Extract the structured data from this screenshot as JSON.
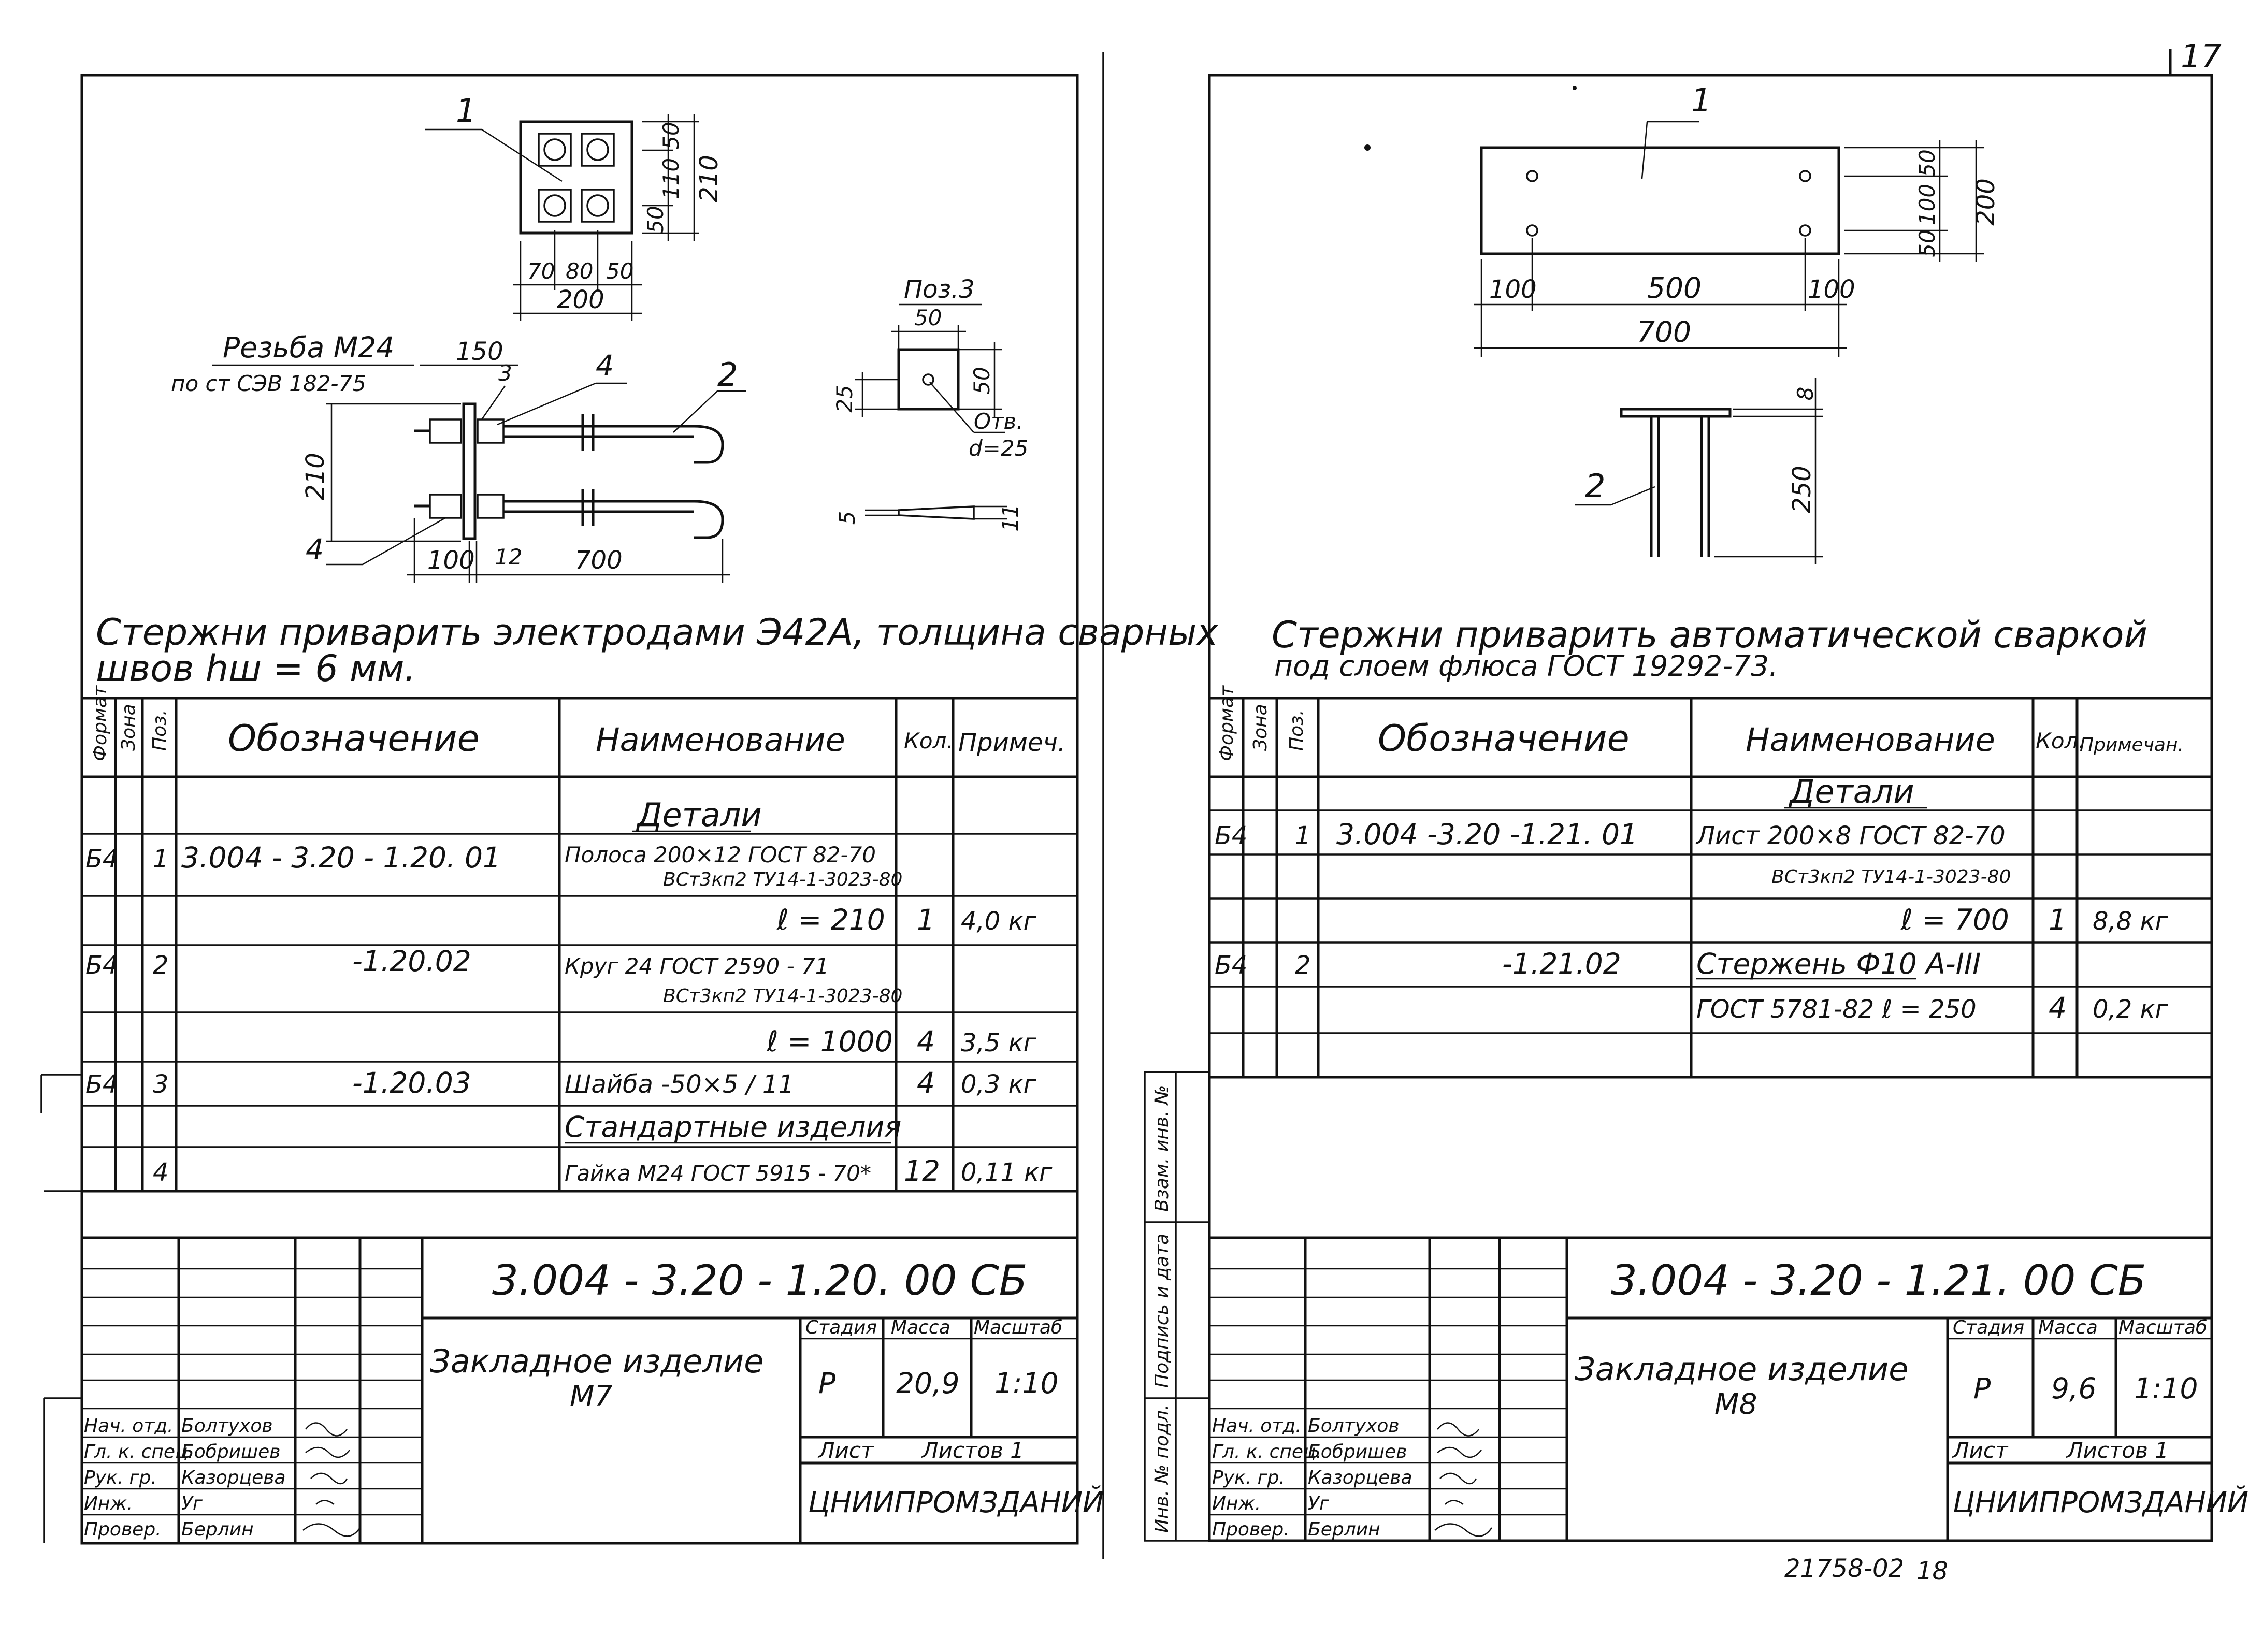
{
  "left": {
    "note_line1": "Стержни приварить электродами Э42А, толщина сварных",
    "note_line2": "швов hш = 6 мм.",
    "thread_line1": "Резьба М24",
    "thread_line2": "по ст СЭВ 182-75",
    "dims": {
      "w70": "70",
      "w80": "80",
      "w50": "50",
      "w200": "200",
      "h50": "50",
      "h110": "110",
      "h50b": "50",
      "h210": "210",
      "s150": "150",
      "s210": "210",
      "s100": "100",
      "s12": "12",
      "s700": "700",
      "p50": "50",
      "p25": "25",
      "p50v": "50",
      "p5": "5",
      "p11": "11"
    },
    "poz3": "Поз.3",
    "hole1": "Отв.",
    "hole2": "d=25",
    "callouts": [
      "1",
      "2",
      "3",
      "4",
      "4"
    ],
    "head": {
      "format": "Формат",
      "zone": "Зона",
      "pos": "Поз.",
      "designation": "Обозначение",
      "name": "Наименование",
      "qty": "Кол.",
      "note": "Примеч."
    },
    "rows": [
      {
        "fmt": "",
        "pos": "",
        "des": "",
        "name": "Детали",
        "qty": "",
        "note": ""
      },
      {
        "fmt": "Б4",
        "pos": "1",
        "des": "3.004 - 3.20 - 1.20. 01",
        "name": "Полоса 200×12 ГОСТ 82-70",
        "qty": "",
        "note": ""
      },
      {
        "fmt": "",
        "pos": "",
        "des": "",
        "name": "ВСт3кп2 ТУ14-1-3023-80",
        "qty": "",
        "note": ""
      },
      {
        "fmt": "",
        "pos": "",
        "des": "",
        "name": "ℓ = 210",
        "qty": "1",
        "note": "4,0 кг"
      },
      {
        "fmt": "Б4",
        "pos": "2",
        "des": "-1.20.02",
        "name": "Круг 24 ГОСТ 2590 - 71",
        "qty": "",
        "note": ""
      },
      {
        "fmt": "",
        "pos": "",
        "des": "",
        "name": "ВСт3кп2 ТУ14-1-3023-80",
        "qty": "",
        "note": ""
      },
      {
        "fmt": "",
        "pos": "",
        "des": "",
        "name": "ℓ = 1000",
        "qty": "4",
        "note": "3,5 кг"
      },
      {
        "fmt": "Б4",
        "pos": "3",
        "des": "-1.20.03",
        "name": "Шайба -50×5 / 11",
        "qty": "4",
        "note": "0,3 кг"
      },
      {
        "fmt": "",
        "pos": "",
        "des": "",
        "name": "Стандартные изделия",
        "qty": "",
        "note": ""
      },
      {
        "fmt": "",
        "pos": "4",
        "des": "",
        "name": "Гайка М24 ГОСТ 5915 - 70*",
        "qty": "12",
        "note": "0,11 кг"
      }
    ],
    "title": {
      "code": "3.004 - 3.20 - 1.20. 00 СБ",
      "name_line1": "Закладное изделие",
      "name_line2": "М7",
      "stage_h": "Стадия",
      "mass_h": "Масса",
      "scale_h": "Масштаб",
      "stage": "Р",
      "mass": "20,9",
      "scale": "1:10",
      "sheet": "Лист",
      "sheets": "Листов 1",
      "org": "ЦНИИПРОМЗДАНИЙ",
      "roles": [
        "Нач. отд.",
        "Гл. к. спец.",
        "Рук. гр.",
        "Инж.",
        "Провер."
      ],
      "persons": [
        "Болтухов",
        "Бобришев",
        "Казорцева",
        "Уг",
        "Берлин"
      ]
    }
  },
  "right": {
    "sheet_num": "17",
    "note_line1": "Стержни приварить автоматической сваркой",
    "note_line2": "под слоем флюса ГОСТ 19292-73.",
    "dims": {
      "d50": "50",
      "d100": "100",
      "d50b": "50",
      "d200": "200",
      "d100a": "100",
      "d500": "500",
      "d100b": "100",
      "d700": "700",
      "d8": "8",
      "d250": "250"
    },
    "callouts": [
      "1",
      "2"
    ],
    "head": {
      "format": "Формат",
      "zone": "Зона",
      "pos": "Поз.",
      "designation": "Обозначение",
      "name": "Наименование",
      "qty": "Кол.",
      "note": "Примечан."
    },
    "rows": [
      {
        "fmt": "",
        "pos": "",
        "des": "",
        "name": "Детали",
        "qty": "",
        "note": ""
      },
      {
        "fmt": "Б4",
        "pos": "1",
        "des": "3.004 -3.20 -1.21. 01",
        "name": "Лист 200×8 ГОСТ 82-70",
        "qty": "",
        "note": ""
      },
      {
        "fmt": "",
        "pos": "",
        "des": "",
        "name": "ВСт3кп2 ТУ14-1-3023-80",
        "qty": "",
        "note": ""
      },
      {
        "fmt": "",
        "pos": "",
        "des": "",
        "name": "ℓ = 700",
        "qty": "1",
        "note": "8,8 кг"
      },
      {
        "fmt": "Б4",
        "pos": "2",
        "des": "-1.21.02",
        "name": "Стержень Ф10 А-III",
        "qty": "",
        "note": ""
      },
      {
        "fmt": "",
        "pos": "",
        "des": "",
        "name": "ГОСТ 5781-82   ℓ = 250",
        "qty": "4",
        "note": "0,2 кг"
      }
    ],
    "title": {
      "code": "3.004 - 3.20 - 1.21. 00 СБ",
      "name_line1": "Закладное изделие",
      "name_line2": "М8",
      "stage_h": "Стадия",
      "mass_h": "Масса",
      "scale_h": "Масштаб",
      "stage": "Р",
      "mass": "9,6",
      "scale": "1:10",
      "sheet": "Лист",
      "sheets": "Листов 1",
      "org": "ЦНИИПРОМЗДАНИЙ",
      "roles": [
        "Нач. отд.",
        "Гл. к. спец.",
        "Рук. гр.",
        "Инж.",
        "Провер."
      ],
      "persons": [
        "Болтухов",
        "Бобришев",
        "Казорцева",
        "Уг",
        "Берлин"
      ]
    },
    "side_labels": [
      "Взам. инв. №",
      "Подпись и дата",
      "Инв. № подл."
    ]
  },
  "bottom_code": "21758-02",
  "bottom_page": "18"
}
